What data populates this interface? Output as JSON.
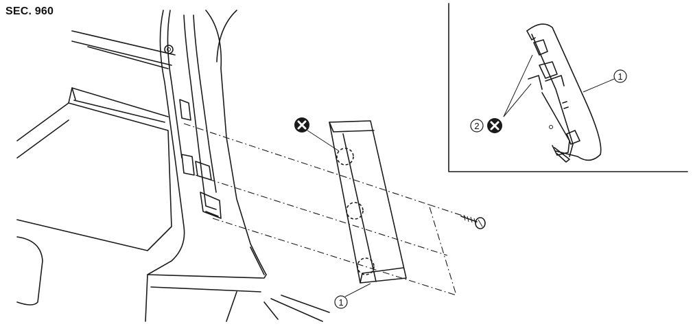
{
  "section_label": "SEC. 960",
  "callouts": {
    "main_part_number": "1",
    "inset_part_number": "1",
    "inset_clip_number": "2"
  },
  "icons": {
    "replace_mark": "circled-x-icon"
  }
}
